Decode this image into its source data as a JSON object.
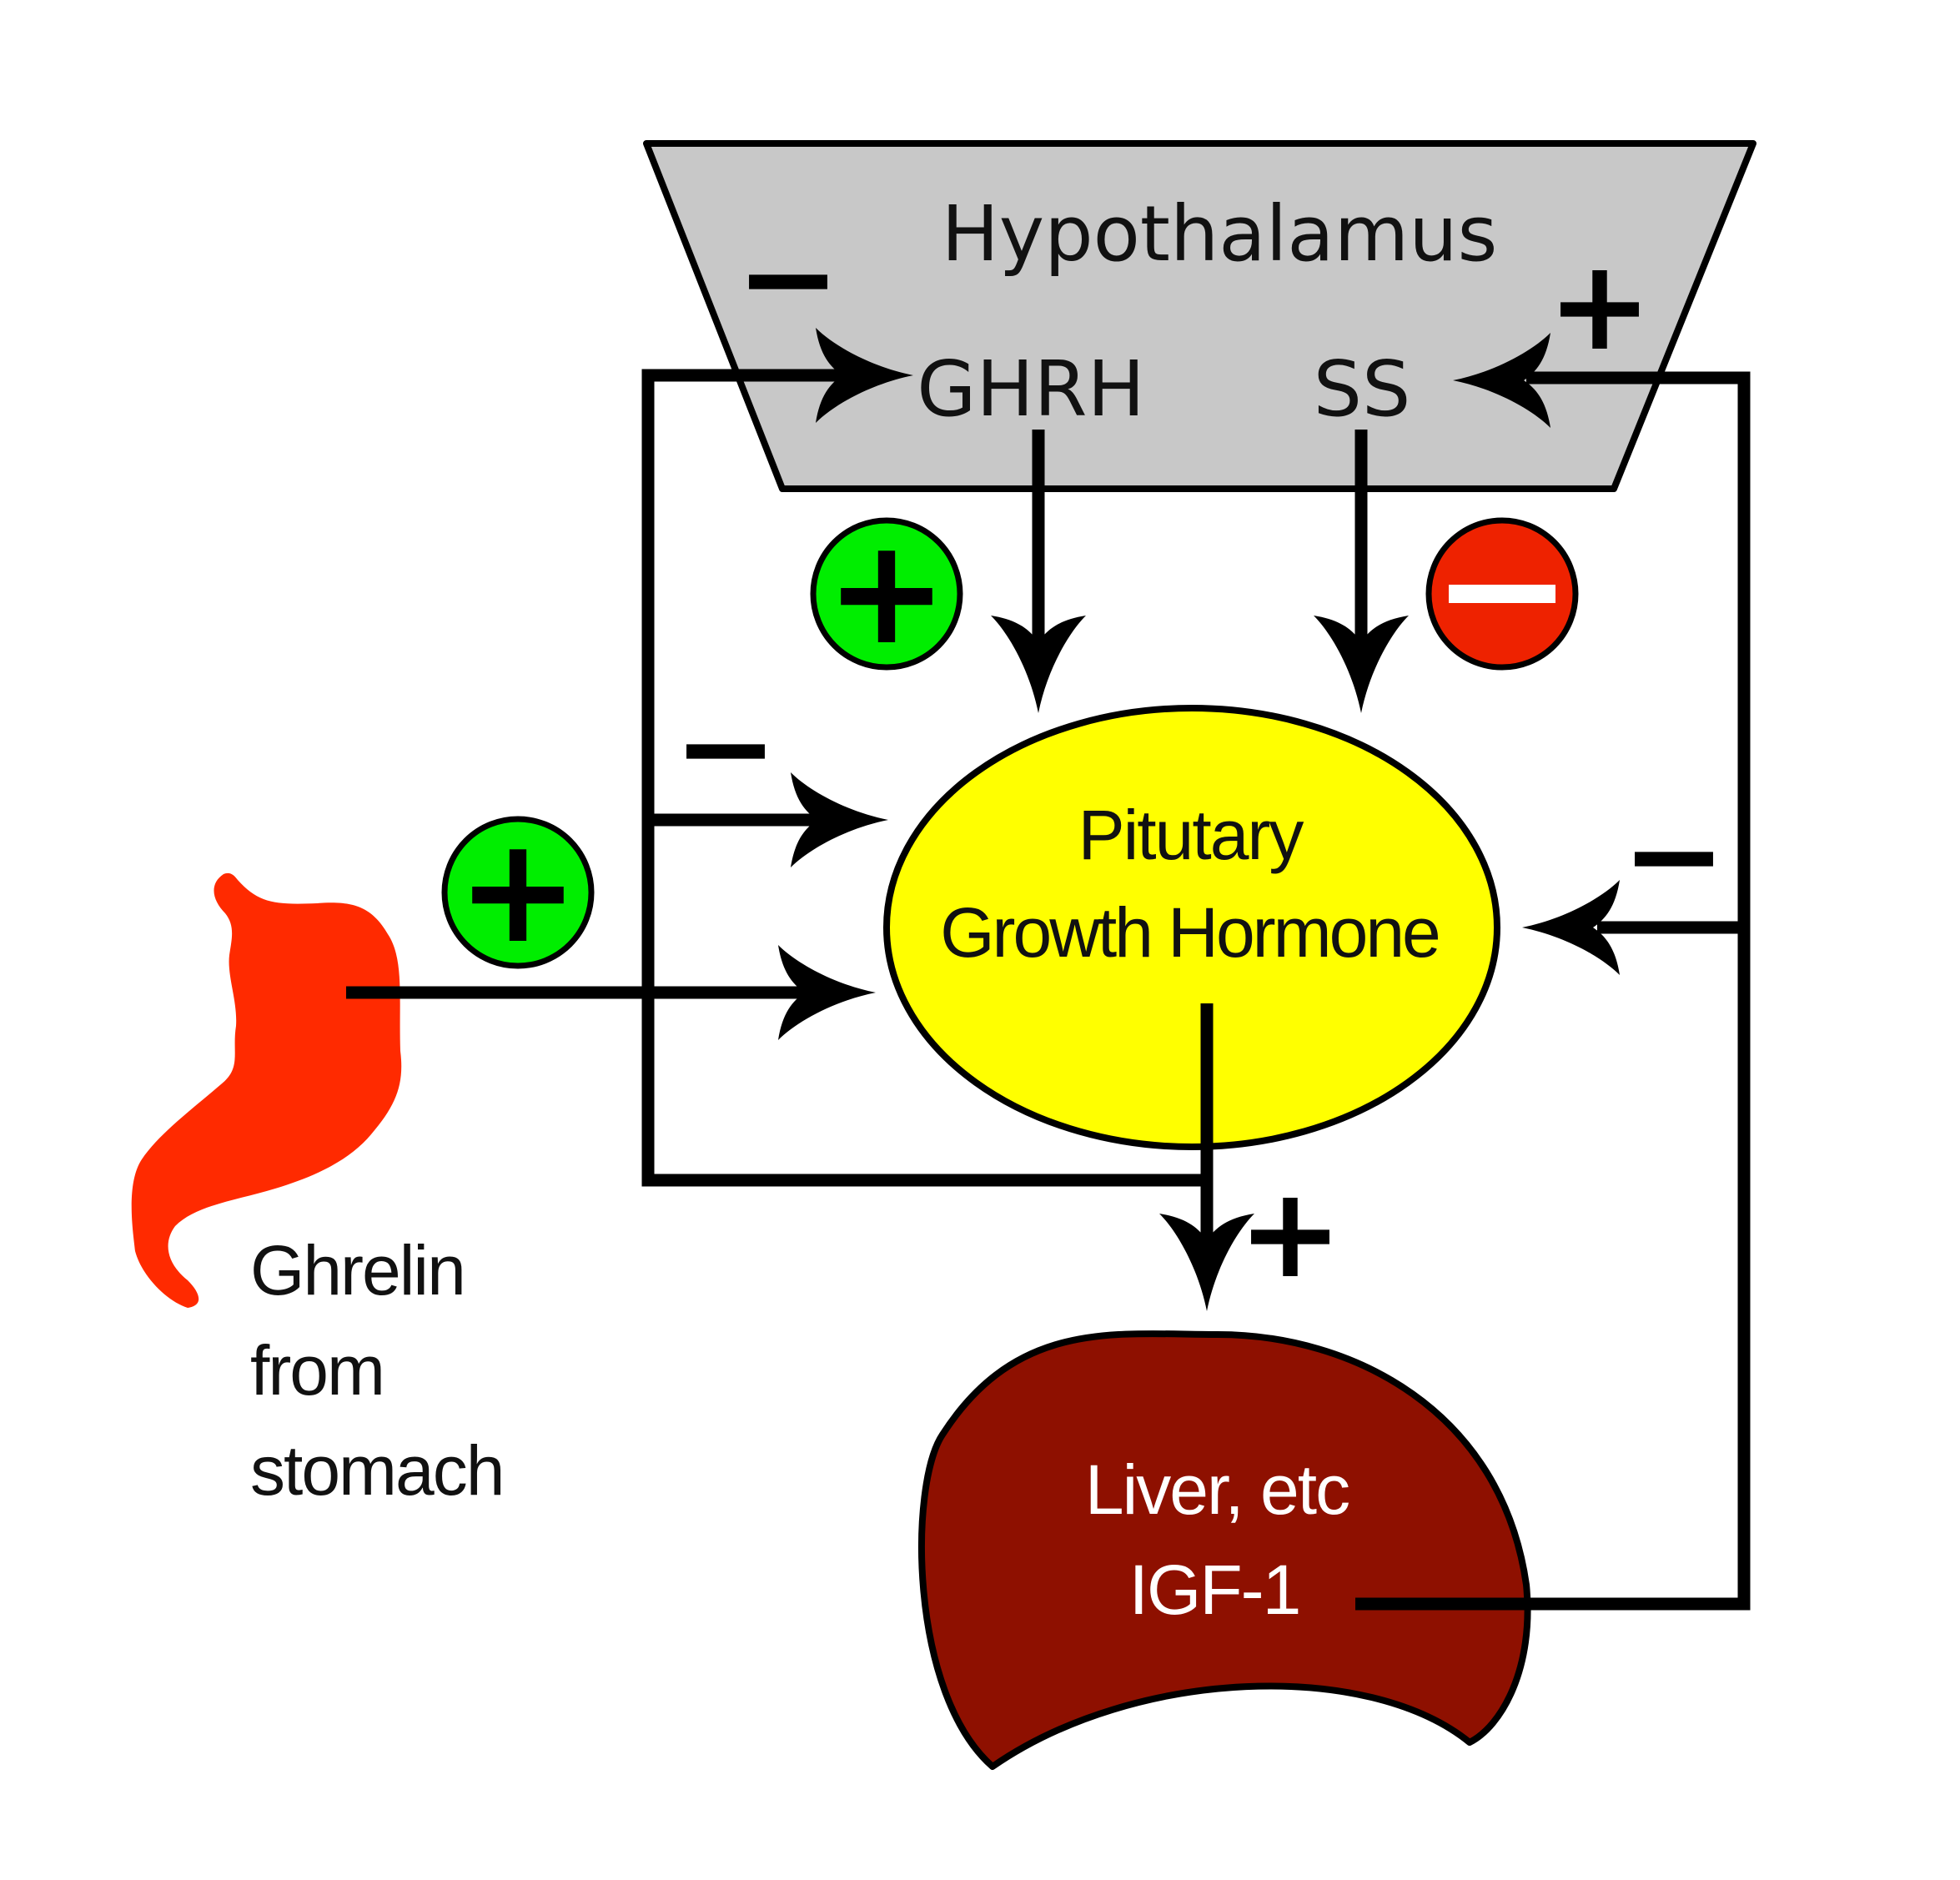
{
  "nodes": {
    "hypothalamus": {
      "label": "Hypothalamus",
      "fill": "#c8c8c8"
    },
    "ghrh": {
      "label": "GHRH"
    },
    "ss": {
      "label": "SS"
    },
    "pituitary": {
      "line1": "Pitutary",
      "line2": "Growth Hormone",
      "fill": "#ffff00"
    },
    "liver": {
      "line1": "Liver, etc",
      "line2": "IGF-1",
      "fill": "#8e1000"
    },
    "ghrelin": {
      "line1": "Ghrelin",
      "line2": "from",
      "line3": "stomach",
      "fill": "#ff2a00",
      "icon": "stomach-icon"
    }
  },
  "signs": {
    "hypothalamus_left": "−",
    "hypothalamus_right": "+",
    "pituitary_left": "−",
    "pituitary_right": "−",
    "gh_to_liver": "+"
  },
  "badges": {
    "ghrh_to_pituitary": {
      "symbol": "+",
      "color": "#00ee00"
    },
    "ss_to_pituitary": {
      "symbol": "−",
      "color": "#ee2200"
    },
    "ghrelin_to_pituitary": {
      "symbol": "+",
      "color": "#00ee00"
    }
  },
  "edges": [
    {
      "from": "GHRH",
      "to": "Pitutary Growth Hormone",
      "effect": "+"
    },
    {
      "from": "SS",
      "to": "Pitutary Growth Hormone",
      "effect": "−"
    },
    {
      "from": "Ghrelin",
      "to": "Pitutary Growth Hormone",
      "effect": "+"
    },
    {
      "from": "Growth Hormone",
      "to": "Liver, etc",
      "effect": "+"
    },
    {
      "from": "Growth Hormone",
      "to": "GHRH",
      "effect": "−"
    },
    {
      "from": "Growth Hormone",
      "to": "Pitutary Growth Hormone",
      "effect": "−"
    },
    {
      "from": "IGF-1",
      "to": "SS",
      "effect": "+"
    },
    {
      "from": "IGF-1",
      "to": "Pitutary Growth Hormone",
      "effect": "−"
    }
  ]
}
